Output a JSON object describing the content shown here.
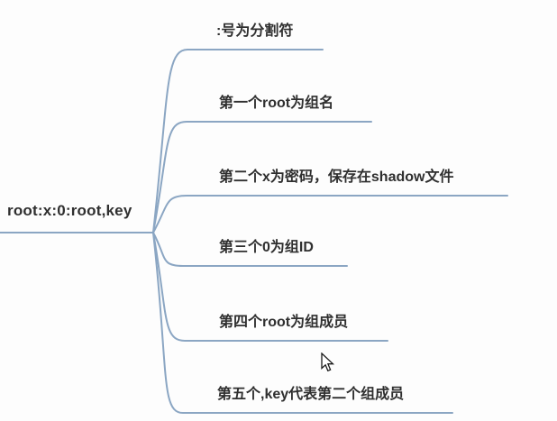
{
  "page": {
    "background_color": "#fdfdfd",
    "branch_line_color": "#8ba6c3",
    "text_color": "#2f2f2f"
  },
  "mindmap": {
    "root": {
      "label": "root:x:0:root,key"
    },
    "branches": [
      {
        "label": ":号为分割符"
      },
      {
        "label": "第一个root为组名"
      },
      {
        "label": "第二个x为密码，保存在shadow文件"
      },
      {
        "label": "第三个0为组ID"
      },
      {
        "label": "第四个root为组成员"
      },
      {
        "label": "第五个,key代表第二个组成员"
      }
    ]
  },
  "cursor": {
    "type": "arrow-pointer"
  }
}
